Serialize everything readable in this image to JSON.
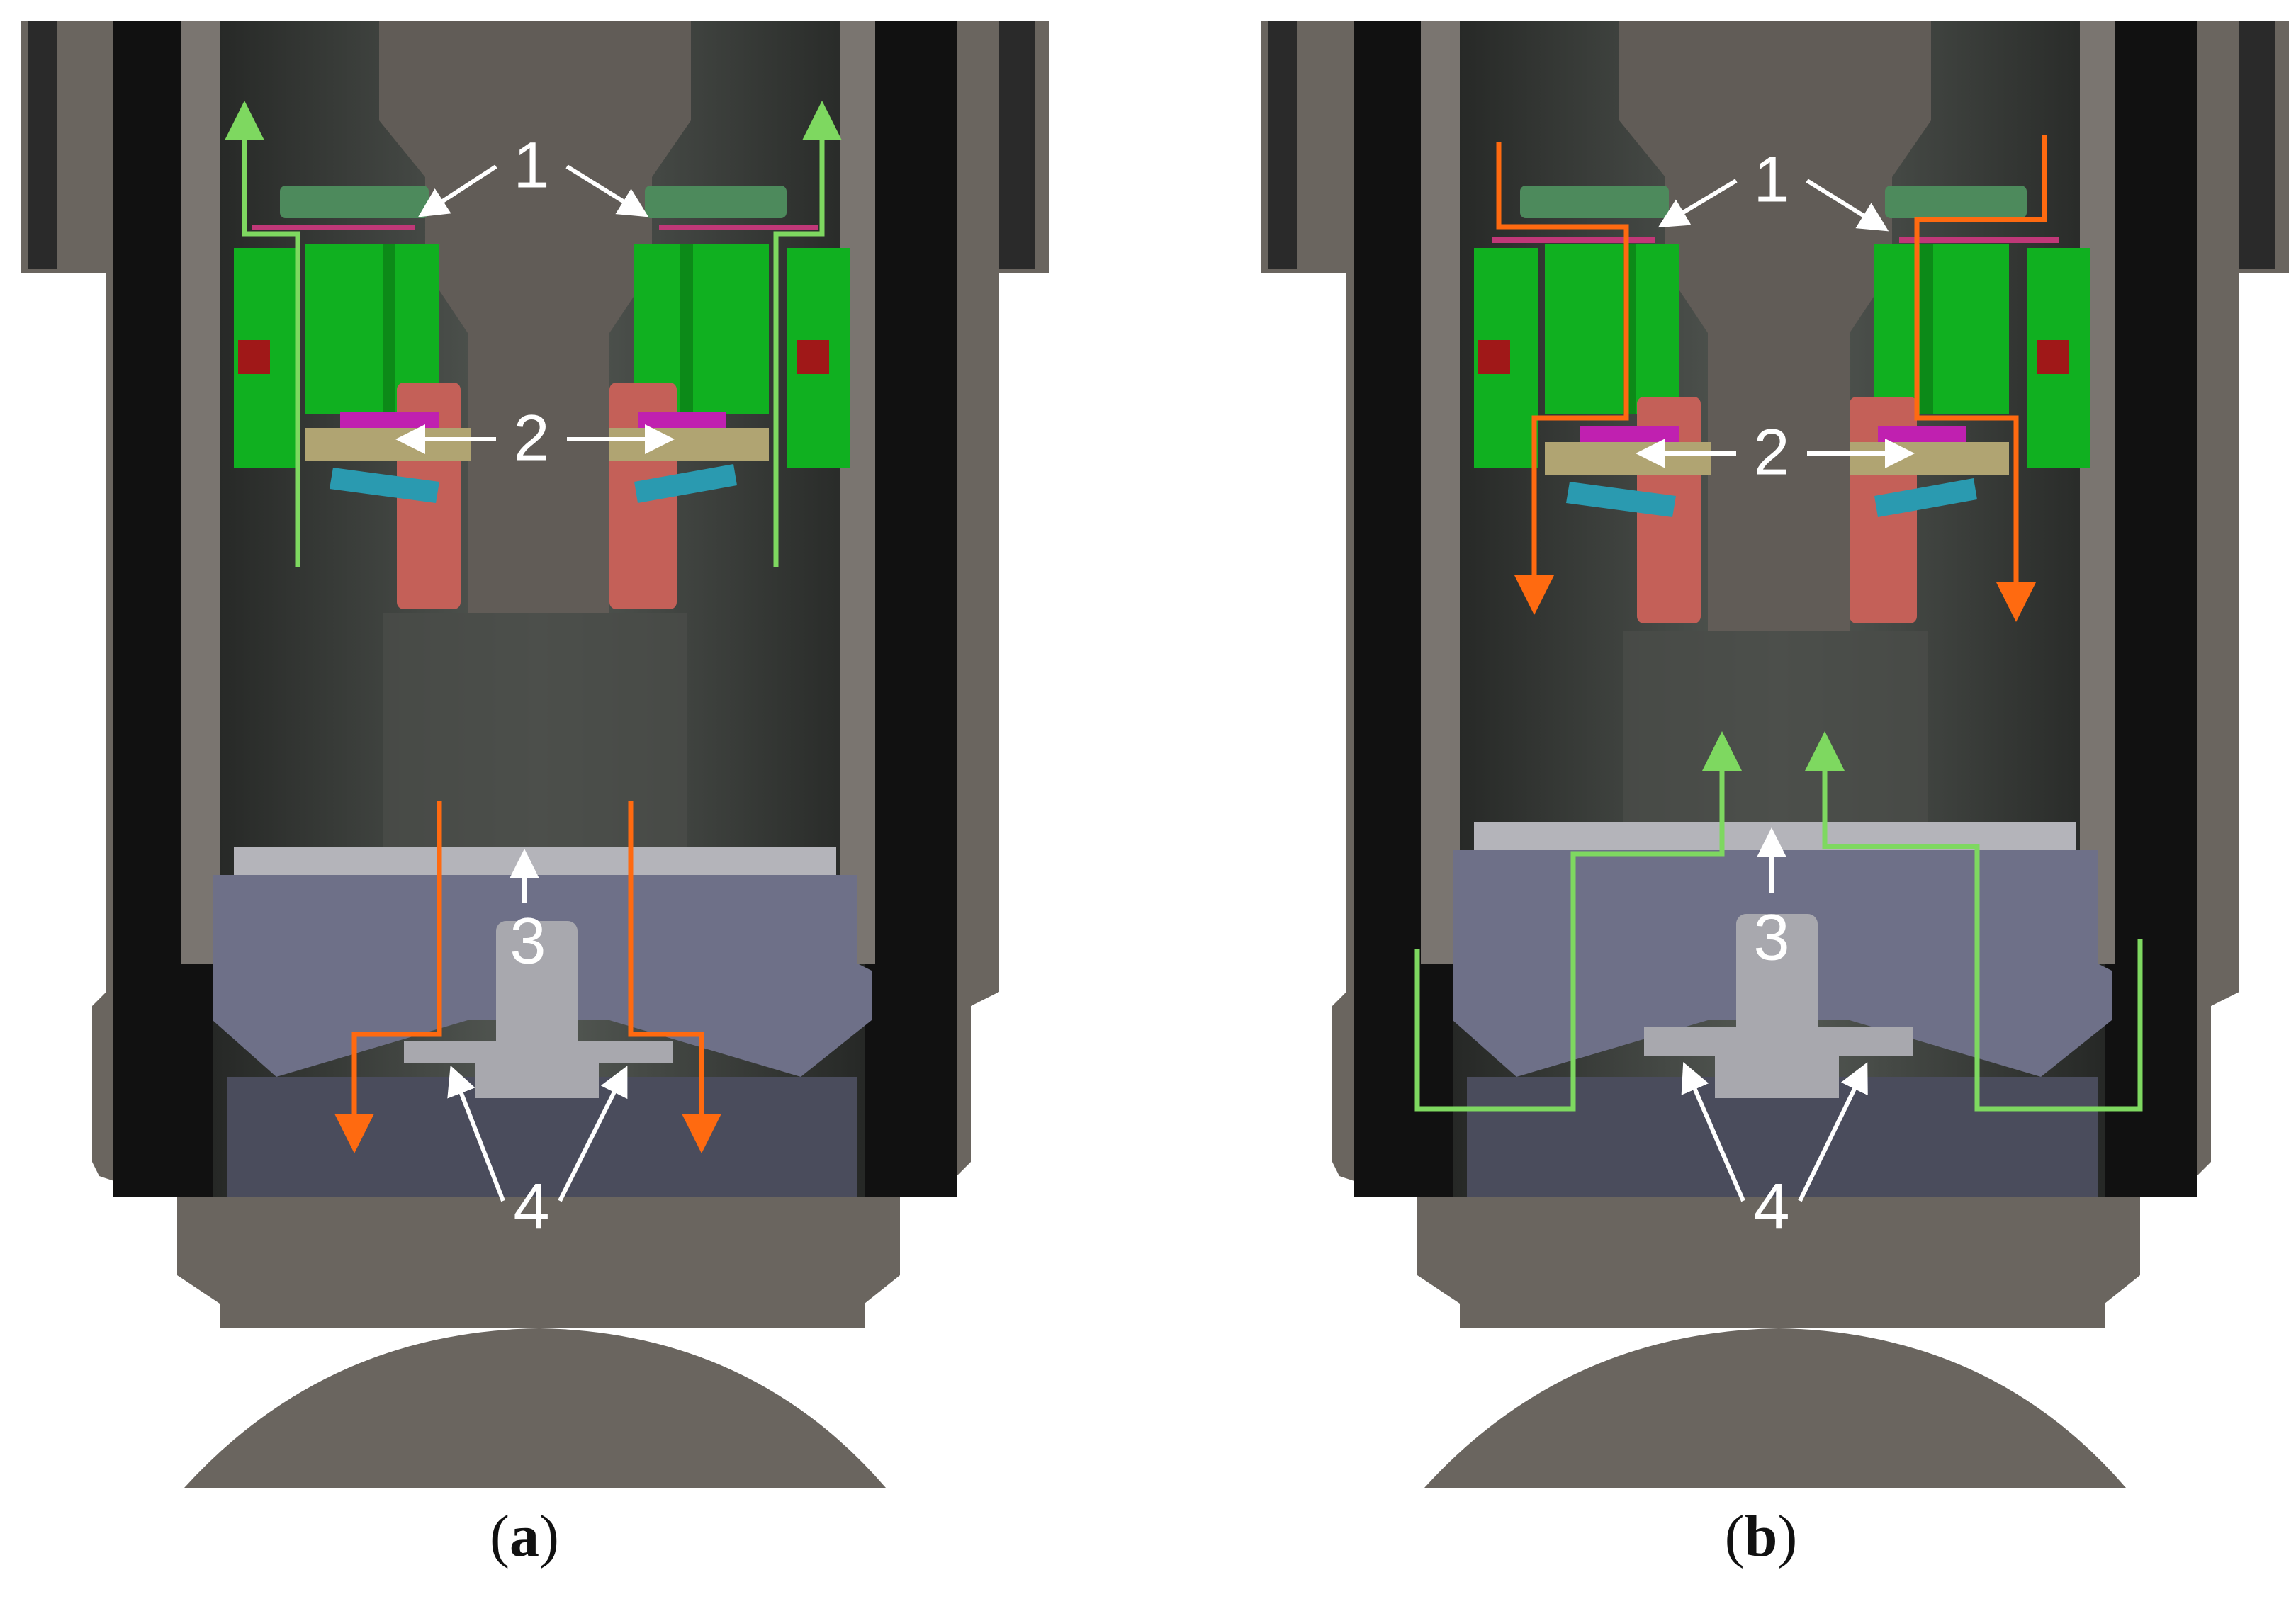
{
  "panels": [
    {
      "id": "a",
      "caption_open": "(",
      "caption_letter": "a",
      "caption_close": ")",
      "callouts": {
        "c1": "1",
        "c2": "2",
        "c3": "3",
        "c4": "4"
      }
    },
    {
      "id": "b",
      "caption_open": "(",
      "caption_letter": "b",
      "caption_close": ")",
      "callouts": {
        "c1": "1",
        "c2": "2",
        "c3": "3",
        "c4": "4"
      }
    }
  ],
  "colors": {
    "housing": "#6a655f",
    "housing_dark": "#1c1c1c",
    "bore": "#3a3d3a",
    "green_part": "#10b020",
    "green_cap": "#4d8a5c",
    "seal_red": "#a01818",
    "pad_magenta": "#c020b0",
    "washer_tan": "#b0a472",
    "shim_teal": "#2a9ab0",
    "sleeve_pink": "#c46058",
    "base_plate": "#6e7088",
    "plate_light": "#a8a8ae",
    "flow_green": "#7ed860",
    "flow_orange": "#ff6a10",
    "callout_white": "#ffffff"
  }
}
